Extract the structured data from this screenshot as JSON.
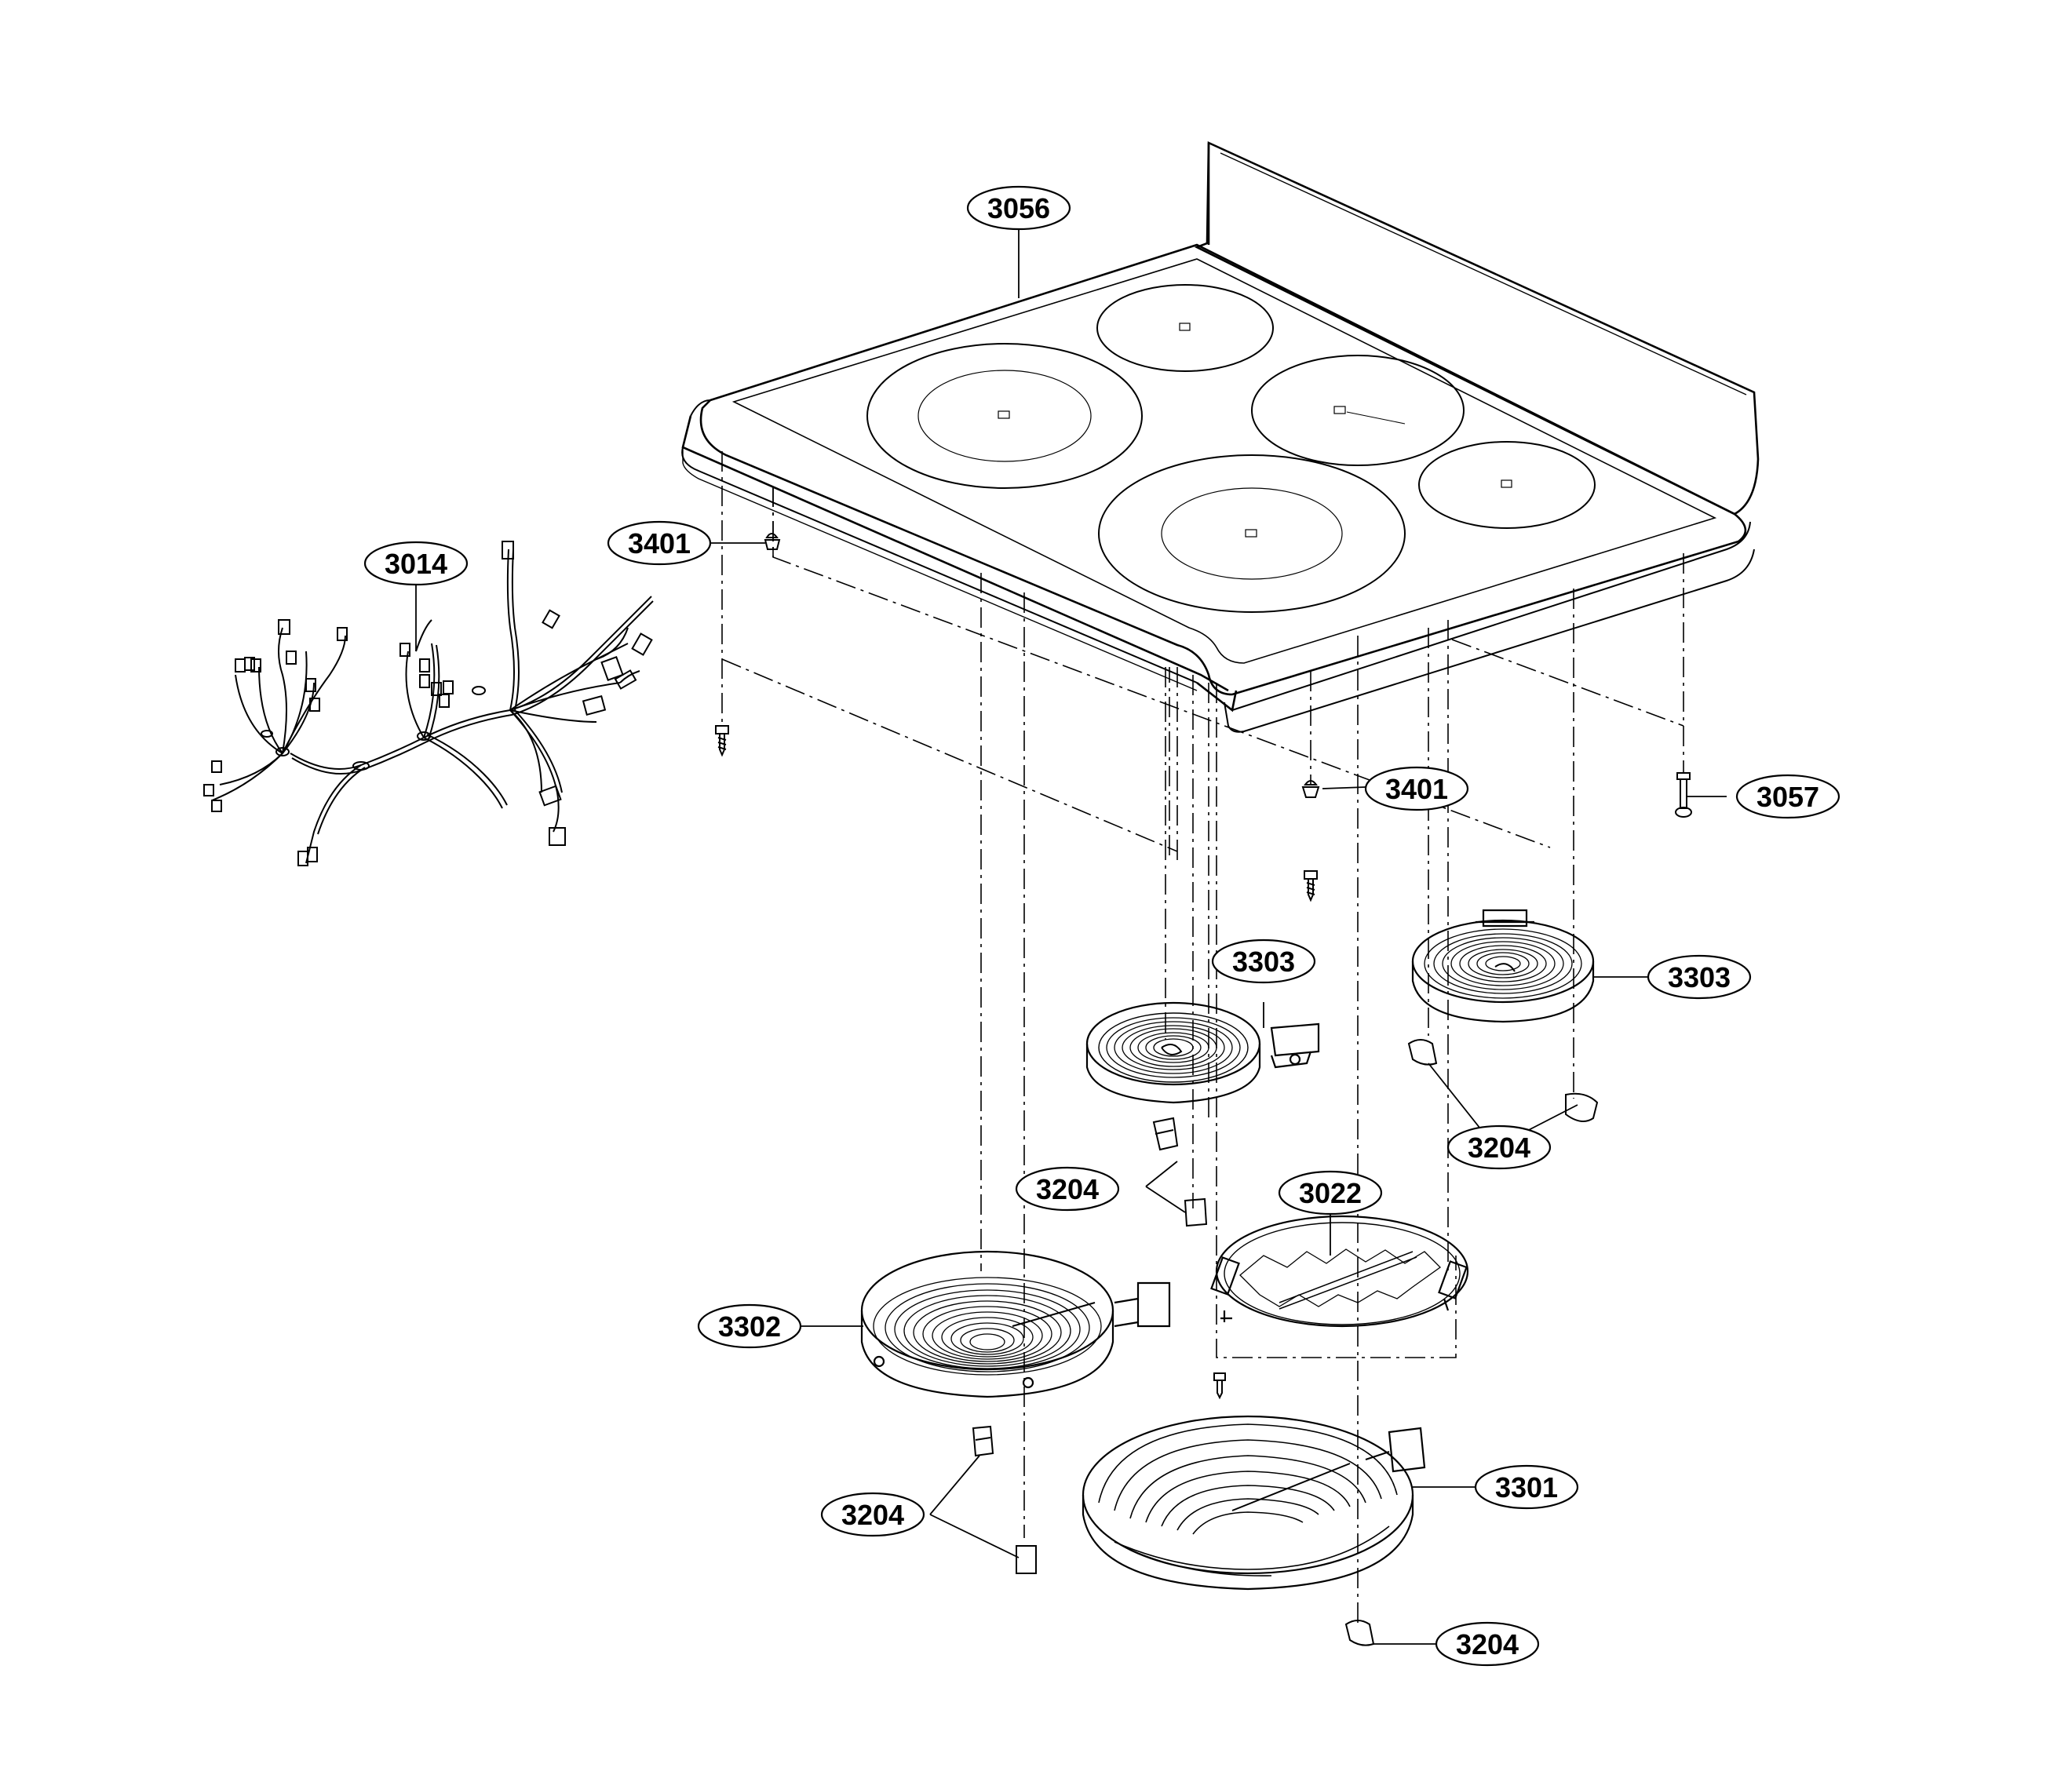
{
  "callouts": {
    "c3056": "3056",
    "c3014": "3014",
    "c3401a": "3401",
    "c3401b": "3401",
    "c3057": "3057",
    "c3303a": "3303",
    "c3303b": "3303",
    "c3204a": "3204",
    "c3204b": "3204",
    "c3204c": "3204",
    "c3204d": "3204",
    "c3022": "3022",
    "c3302": "3302",
    "c3301": "3301"
  }
}
